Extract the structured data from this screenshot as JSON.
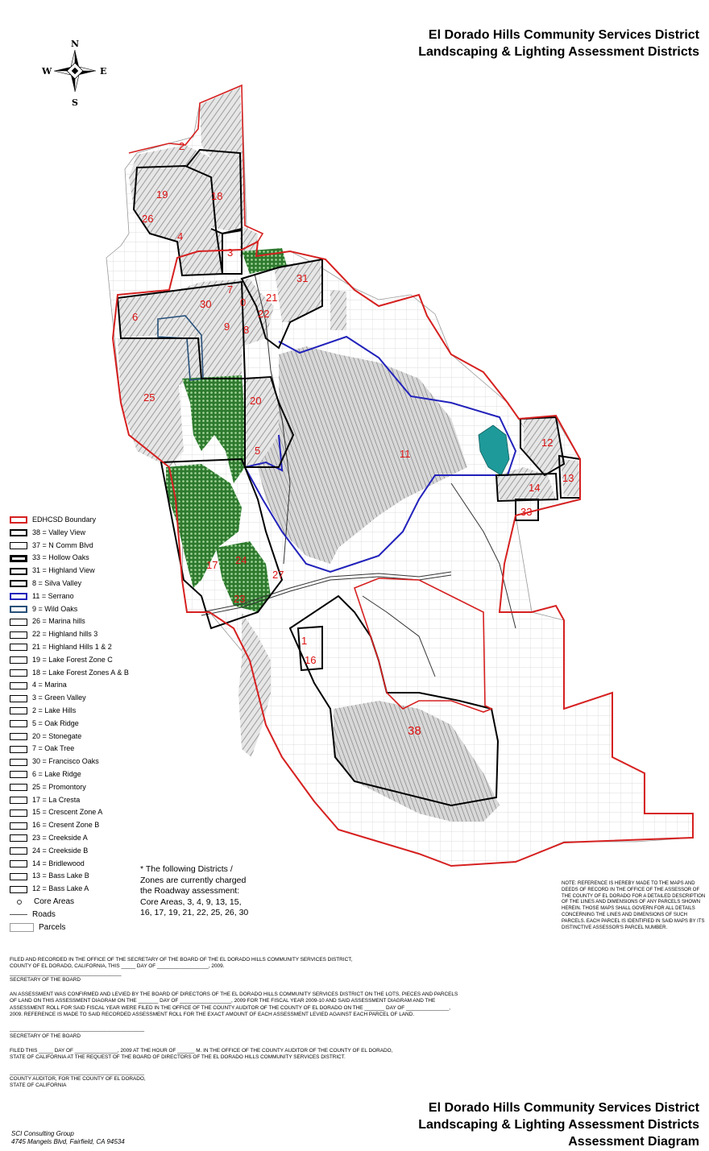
{
  "title": {
    "line1": "El Dorado Hills Community Services District",
    "line2": "Landscaping & Lighting Assessment Districts"
  },
  "bottom_title": {
    "line1": "El Dorado Hills Community Services District",
    "line2": "Landscaping & Lighting Assessment Districts",
    "line3": "Assessment Diagram"
  },
  "compass": {
    "n": "N",
    "s": "S",
    "e": "E",
    "w": "W"
  },
  "map_labels": [
    "2",
    "19",
    "18",
    "26",
    "4",
    "3",
    "31",
    "21",
    "7",
    "30",
    "0",
    "22",
    "6",
    "9",
    "8",
    "25",
    "20",
    "5",
    "11",
    "12",
    "14",
    "13",
    "33",
    "17",
    "24",
    "23",
    "27",
    "1",
    "16",
    "38"
  ],
  "legend": [
    {
      "label": "EDHCSD Boundary",
      "style": "boundary",
      "color": "#d62020"
    },
    {
      "label": "38 = Valley View",
      "style": "thick"
    },
    {
      "label": "37 = N Comm Blvd",
      "style": "thin"
    },
    {
      "label": "33 = Hollow Oaks",
      "style": "thick"
    },
    {
      "label": "31 = Highland View",
      "style": "thick"
    },
    {
      "label": "8 = Silva Valley",
      "style": "thick"
    },
    {
      "label": "11 = Serrano",
      "style": "blue",
      "color": "#2222bb"
    },
    {
      "label": "9 = Wild Oaks",
      "style": "navy",
      "color": "#27507a"
    },
    {
      "label": "26 = Marina hills",
      "style": "box"
    },
    {
      "label": "22 = Highland hills 3",
      "style": "box"
    },
    {
      "label": "21 = Highland Hills 1 & 2",
      "style": "box"
    },
    {
      "label": "19 = Lake Forest Zone C",
      "style": "box"
    },
    {
      "label": "18 = Lake Forest Zones A & B",
      "style": "box"
    },
    {
      "label": "4 = Marina",
      "style": "box"
    },
    {
      "label": "3 = Green Valley",
      "style": "box"
    },
    {
      "label": "2 = Lake Hills",
      "style": "box"
    },
    {
      "label": "5 = Oak Ridge",
      "style": "box"
    },
    {
      "label": "20 = Stonegate",
      "style": "box"
    },
    {
      "label": "7 = Oak Tree",
      "style": "box"
    },
    {
      "label": "30 = Francisco Oaks",
      "style": "box"
    },
    {
      "label": "6 = Lake Ridge",
      "style": "box"
    },
    {
      "label": "25 = Promontory",
      "style": "box"
    },
    {
      "label": "17 = La Cresta",
      "style": "box"
    },
    {
      "label": "15 = Crescent Zone A",
      "style": "box"
    },
    {
      "label": "16 = Cresent Zone B",
      "style": "box"
    },
    {
      "label": "23 = Creekside A",
      "style": "box"
    },
    {
      "label": "24 = Creekside B",
      "style": "box"
    },
    {
      "label": "14 = Bridlewood",
      "style": "box"
    },
    {
      "label": "13 = Bass Lake B",
      "style": "box"
    },
    {
      "label": "12 = Bass Lake A",
      "style": "box"
    },
    {
      "label": "Core Areas",
      "style": "dot"
    },
    {
      "label": "Roads",
      "style": "line"
    },
    {
      "label": "Parcels",
      "style": "parcel"
    }
  ],
  "roadway_note": {
    "line1": "* The following Districts /",
    "line2": "Zones are currently charged",
    "line3": "the Roadway assessment:",
    "line4": "Core Areas, 3, 4, 9, 13, 15,",
    "line5": "16, 17, 19, 21, 22, 25, 26, 30"
  },
  "note": "NOTE: REFERENCE IS HEREBY MADE TO THE MAPS AND DEEDS OF RECORD IN THE OFFICE OF THE ASSESSOR OF THE COUNTY OF EL DORADO FOR A DETAILED DESCRIPTION OF THE LINES AND DIMENSIONS OF ANY PARCELS SHOWN HEREIN. THOSE MAPS SHALL GOVERN FOR ALL DETAILS CONCERNING THE LINES AND DIMENSIONS OF SUCH PARCELS. EACH PARCEL IS IDENTIFIED IN SAID MAPS BY ITS DISTINCTIVE ASSESSOR'S PARCEL NUMBER.",
  "certificates": {
    "filed1": "FILED AND RECORDED IN THE OFFICE OF THE SECRETARY OF THE BOARD OF THE EL DORADO HILLS COMMUNITY SERVICES DISTRICT,",
    "filed2": "COUNTY OF EL DORADO, CALIFORNIA, THIS _____ DAY OF __________________, 2009.",
    "sig1": "_______________________________________",
    "sec1": "SECRETARY OF THE BOARD",
    "assess1": "AN ASSESSMENT WAS CONFIRMED AND LEVIED BY THE BOARD OF DIRECTORS OF THE EL DORADO HILLS COMMUNITY SERVICES DISTRICT ON THE LOTS, PIECES AND PARCELS",
    "assess2": "OF LAND ON THIS ASSESSMENT DIAGRAM ON THE _______ DAY OF __________________, 2009 FOR THE FISCAL YEAR 2009-10 AND SAID ASSESSMENT DIAGRAM AND THE",
    "assess3": "ASSESSMENT ROLL FOR SAID FISCAL YEAR WERE FILED IN THE OFFICE OF THE COUNTY AUDITOR OF THE COUNTY OF EL DORADO ON THE _______ DAY OF _______________,",
    "assess4": "2009. REFERENCE IS MADE TO SAID RECORDED ASSESSMENT ROLL FOR THE EXACT AMOUNT OF EACH ASSESSMENT LEVIED AGAINST EACH PARCEL OF LAND.",
    "sig2": "_______________________________________________",
    "sec2": "SECRETARY OF THE BOARD",
    "filedthis1": "FILED THIS _____ DAY OF _______________, 2009 AT THE HOUR OF ______ M. IN THE OFFICE OF THE COUNTY AUDITOR OF THE COUNTY OF EL DORADO,",
    "filedthis2": "STATE OF CALIFORNIA AT THE REQUEST OF THE BOARD OF DIRECTORS OF THE EL DORADO HILLS COMMUNITY SERVICES DISTRICT.",
    "sig3": "_______________________________________________",
    "auditor1": "COUNTY AUDITOR, FOR THE COUNTY OF EL DORADO,",
    "auditor2": "STATE OF CALIFORNIA"
  },
  "consultant": {
    "name": "SCI Consulting Group",
    "address": "4745 Mangels Blvd, Fairfield, CA 94534"
  }
}
